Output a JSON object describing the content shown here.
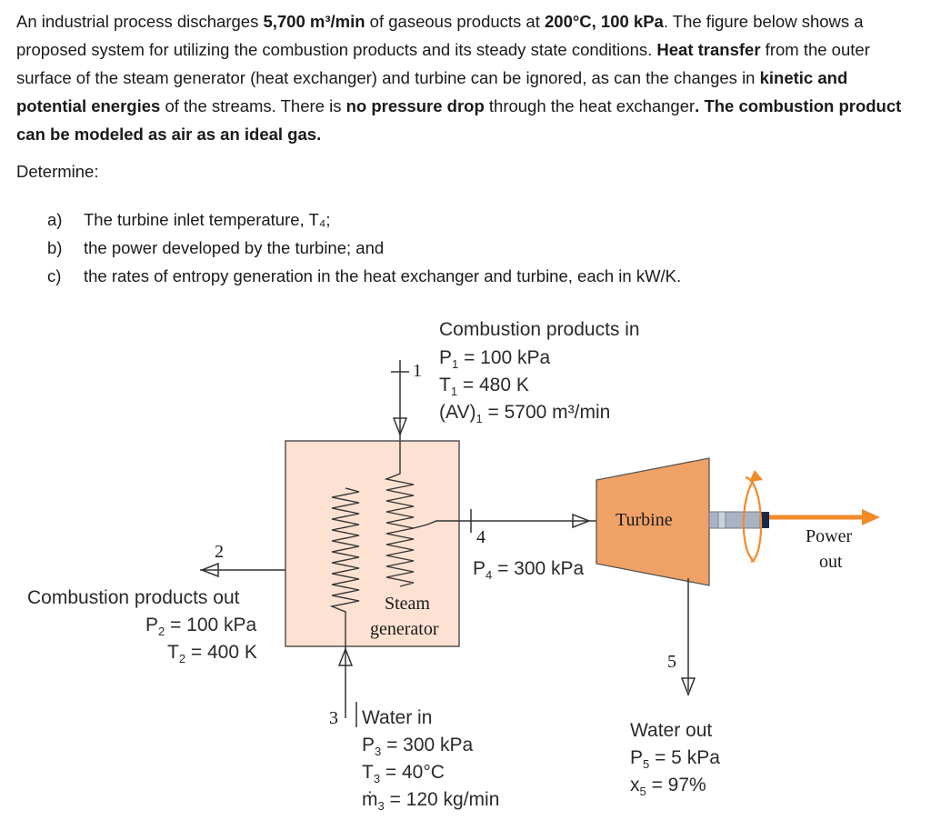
{
  "problem": {
    "p1_a": "An industrial process discharges ",
    "p1_b": "5,700 m³/min",
    "p1_c": " of gaseous products at ",
    "p1_d": "200°C, 100 kPa",
    "p1_e": ". The figure below shows a proposed system for utilizing the combustion products and its steady state conditions. ",
    "p1_f": "Heat transfer",
    "p1_g": " from the outer surface of the steam generator (heat exchanger) and turbine can be ignored, as can the changes in ",
    "p1_h": "kinetic and potential energies",
    "p1_i": " of the streams.  There is ",
    "p1_j": "no pressure drop",
    "p1_k": " through the heat exchanger",
    "p1_l": ". The combustion product can be modeled as air as an ideal gas.",
    "determine": "Determine:",
    "questions": [
      {
        "letter": "a)",
        "text": "The turbine inlet temperature, T₄;"
      },
      {
        "letter": "b)",
        "text": "the power developed by the turbine; and"
      },
      {
        "letter": "c)",
        "text": "the rates of entropy generation in the heat exchanger and turbine, each in kW/K."
      }
    ]
  },
  "figure": {
    "inlet": {
      "title": "Combustion products in",
      "p": "P",
      "p_sub": "1",
      "p_val": " = 100 kPa",
      "t": "T",
      "t_sub": "1",
      "t_val": " = 480 K",
      "av": "(AV)",
      "av_sub": "1",
      "av_val": " = 5700 m³/min",
      "state": "1"
    },
    "outlet": {
      "title": "Combustion products out",
      "p": "P",
      "p_sub": "2",
      "p_val": " = 100 kPa",
      "t": "T",
      "t_sub": "2",
      "t_val": " = 400 K",
      "state": "2"
    },
    "water_in": {
      "title": "Water in",
      "p": "P",
      "p_sub": "3",
      "p_val": " = 300 kPa",
      "t": "T",
      "t_sub": "3",
      "t_val": " = 40°C",
      "m": "ṁ",
      "m_sub": "3",
      "m_val": " = 120 kg/min",
      "state": "3"
    },
    "state4": {
      "state": "4",
      "p": "P",
      "p_sub": "4",
      "p_val": " = 300 kPa"
    },
    "water_out": {
      "title": "Water out",
      "p": "P",
      "p_sub": "5",
      "p_val": " = 5 kPa",
      "x": "x",
      "x_sub": "5",
      "x_val": " = 97%",
      "state": "5"
    },
    "steam_generator_1": "Steam",
    "steam_generator_2": "generator",
    "turbine": "Turbine",
    "power_1": "Power",
    "power_2": "out",
    "colors": {
      "hx_fill": "#fde1d2",
      "turbine": "#f0a266",
      "arrow_orange": "#f28a2a",
      "shaft": "#a8b4c4"
    }
  }
}
